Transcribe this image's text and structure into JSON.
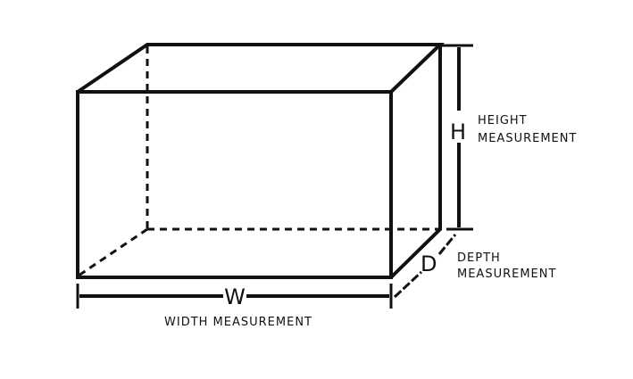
{
  "diagram": {
    "height": {
      "letter": "H",
      "line1": "HEIGHT",
      "line2": "MEASUREMENT"
    },
    "depth": {
      "letter": "D",
      "line1": "DEPTH",
      "line2": "MEASUREMENT"
    },
    "width": {
      "letter": "W",
      "label": "WIDTH MEASUREMENT"
    },
    "colors": {
      "stroke": "#111111",
      "background": "#ffffff"
    }
  }
}
